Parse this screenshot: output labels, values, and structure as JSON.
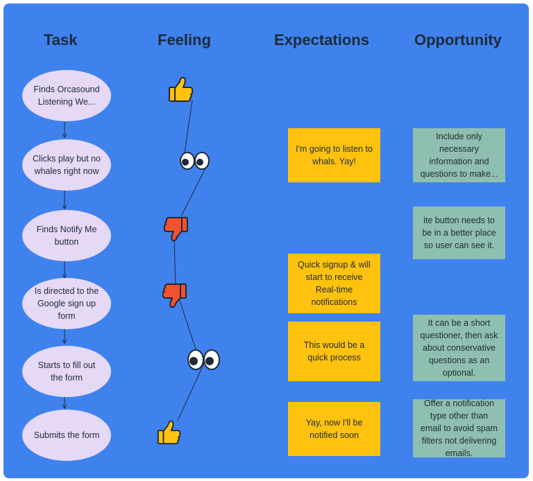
{
  "headers": {
    "task": "Task",
    "feeling": "Feeling",
    "expectations": "Expectations",
    "opportunity": "Opportunity"
  },
  "tasks": [
    "Finds Orcasound Listening We...",
    "Clicks play but no whales right now",
    "Finds Notify Me button",
    "Is directed to the Google sign up form",
    "Starts to fill out the form",
    "Submits the form"
  ],
  "feelings": [
    "thumbs-up",
    "eyes",
    "thumbs-down",
    "thumbs-down",
    "eyes",
    "thumbs-up"
  ],
  "expectations": [
    "I'm going to listen to whals. Yay!",
    "Quick signup & will start to receive Real-time notifications",
    "This would be a quick process",
    "Yay, now I'll be notified soon"
  ],
  "opportunities": [
    "Include only necessary information and questions to make...",
    "ite button needs to be in a better place so user can see it.",
    "It can be a short questioner, then ask about conservative questions as an optional.",
    "Offer a notification type other than email to avoid spam filters not delivering emails."
  ],
  "colors": {
    "background": "#3f82ee",
    "task_bubble": "#e6d9f6",
    "expectation_note": "#ffc20e",
    "opportunity_note": "#8fbfb1",
    "thumbs_up": "#ffc20e",
    "thumbs_down": "#f2522e"
  }
}
